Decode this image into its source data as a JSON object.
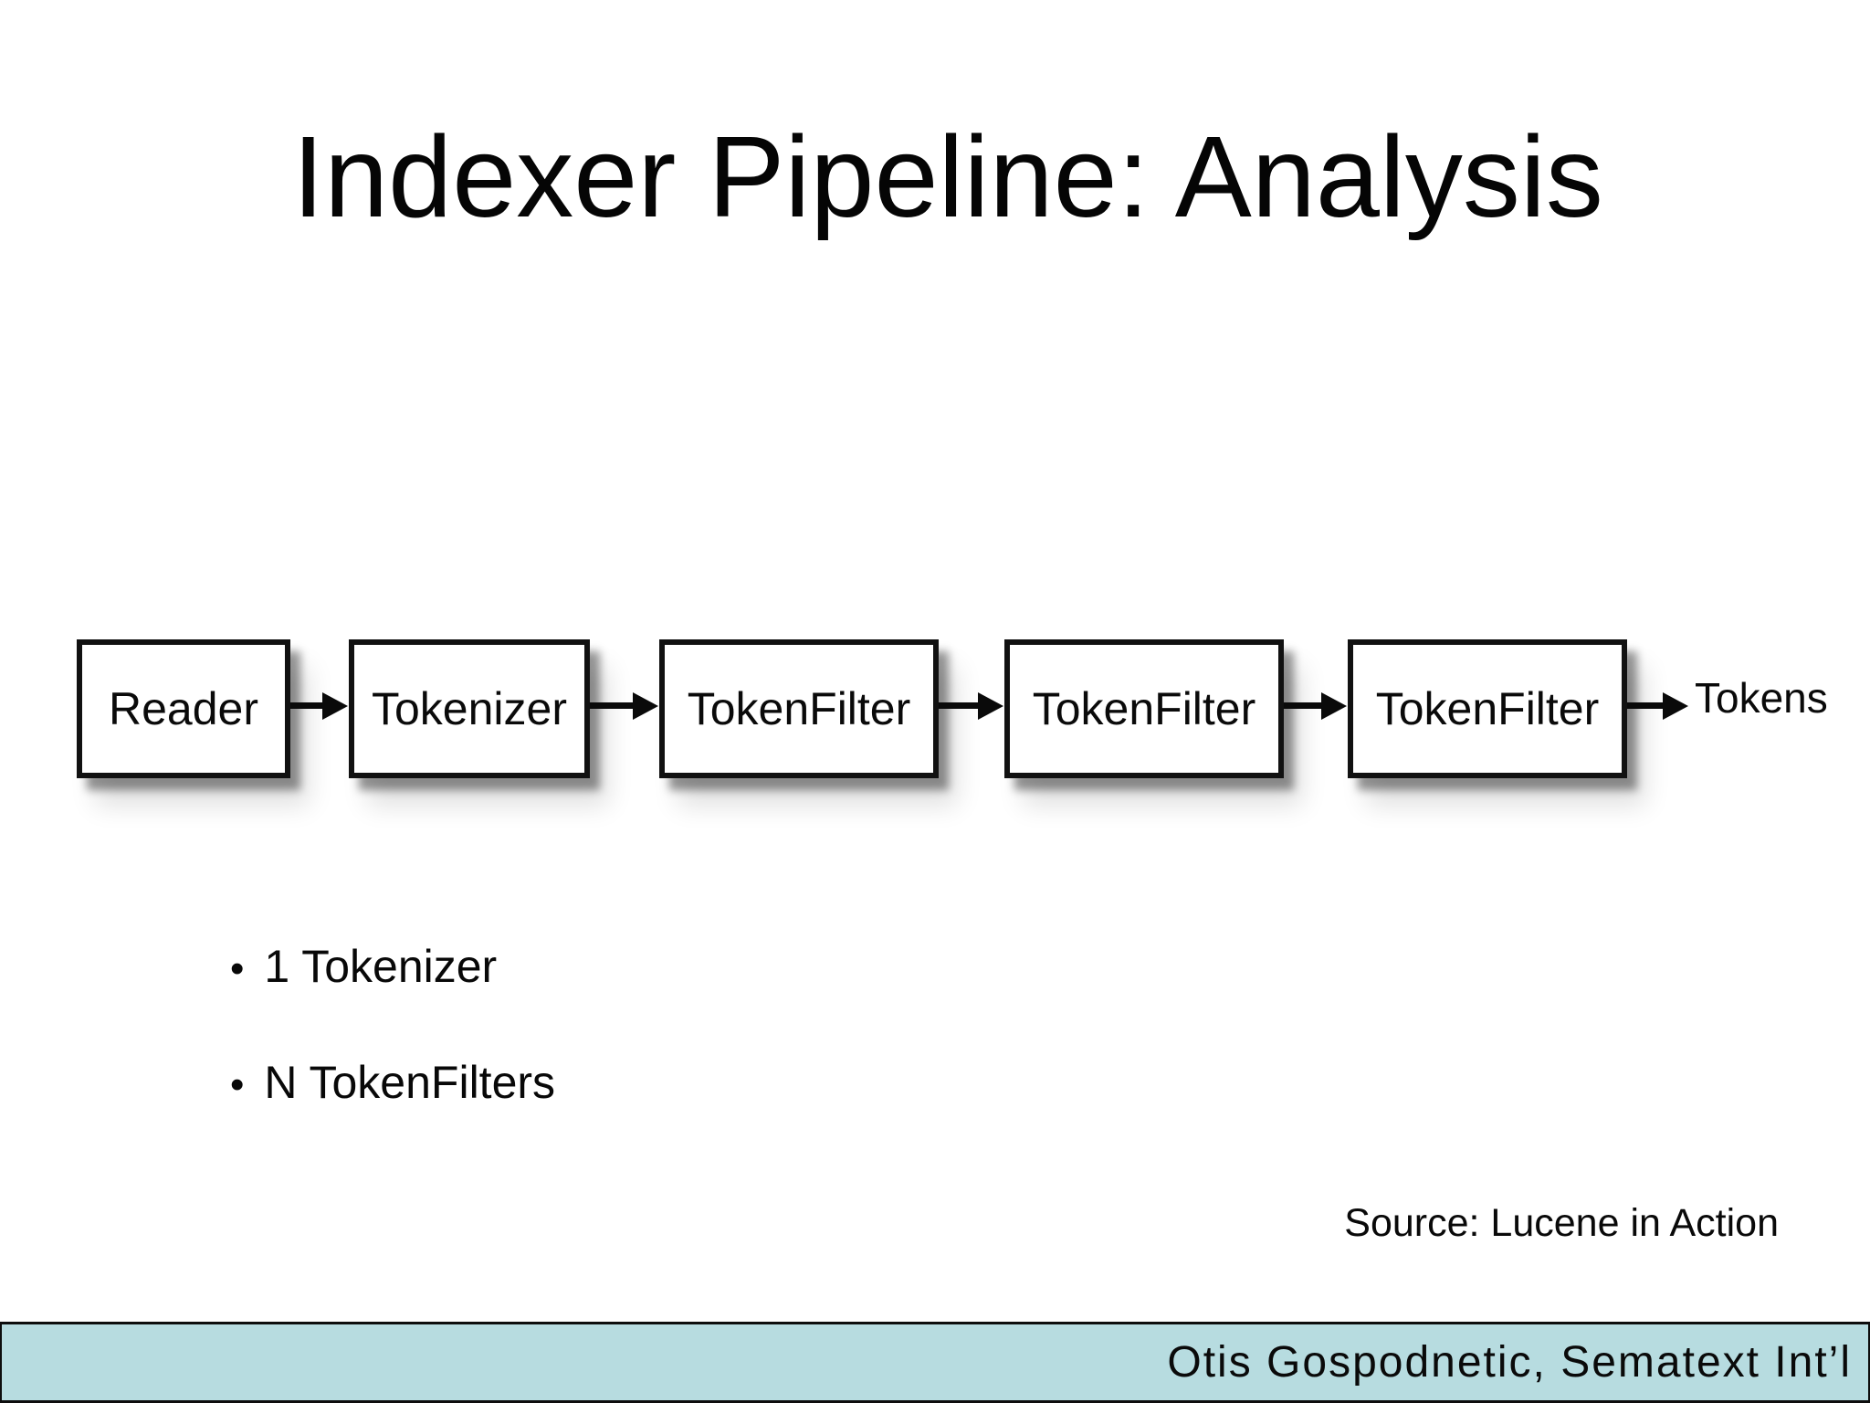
{
  "slide": {
    "title": "Indexer Pipeline: Analysis",
    "pipeline": {
      "boxes": [
        {
          "label": "Reader"
        },
        {
          "label": "Tokenizer"
        },
        {
          "label": "TokenFilter"
        },
        {
          "label": "TokenFilter"
        },
        {
          "label": "TokenFilter"
        }
      ],
      "output_label": "Tokens"
    },
    "bullets": [
      {
        "marker": "•",
        "text": "1 Tokenizer"
      },
      {
        "marker": "•",
        "text": "N TokenFilters"
      }
    ],
    "source_note": "Source: Lucene in Action",
    "footer": {
      "text": "Otis Gospodnetic, Sematext Int’l"
    },
    "colors": {
      "background": "#ffffff",
      "text": "#0a0a0a",
      "box_border": "#111111",
      "footer_bar_background": "#b7dce0"
    }
  }
}
